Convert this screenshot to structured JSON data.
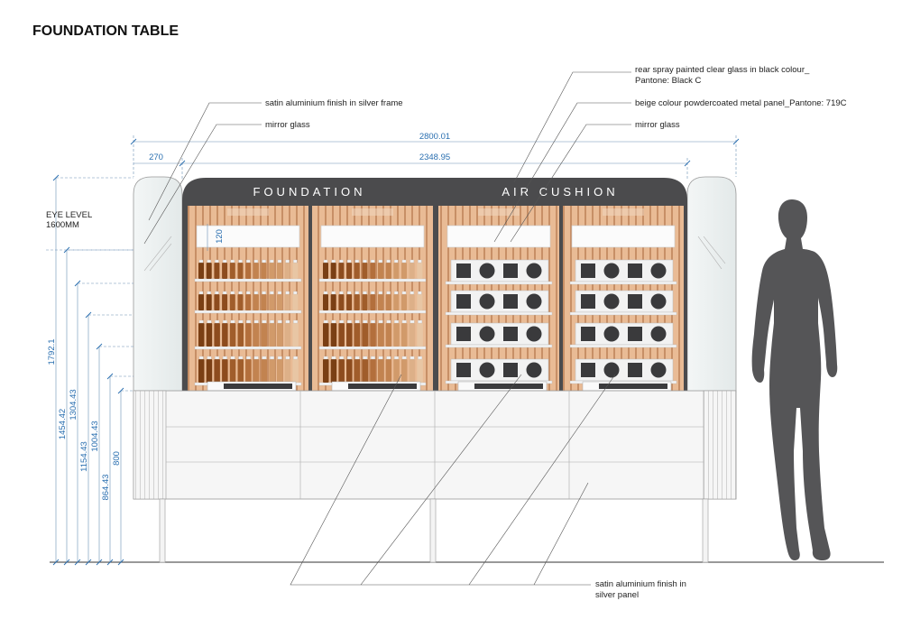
{
  "title": "FOUNDATION TABLE",
  "signs": {
    "left": "FOUNDATION",
    "right": "AIR CUSHION"
  },
  "eye_level": {
    "line1": "EYE LEVEL",
    "line2": "1600MM"
  },
  "dimensions": {
    "overall_width": "2800.01",
    "inner_width": "2348.95",
    "side_width": "270",
    "shelf_gap": "120",
    "heights": [
      "1792.1",
      "1454.42",
      "1304.43",
      "1154.43",
      "1004.43",
      "864.43",
      "800"
    ]
  },
  "callouts": {
    "satin_frame": "satin aluminium finish in silver frame",
    "mirror_left": "mirror glass",
    "rear_glass_1": "rear spray painted clear glass in black colour_",
    "rear_glass_2": "Pantone: Black C",
    "beige_panel": "beige colour powdercoated metal panel_Pantone: 719C",
    "mirror_right": "mirror glass",
    "satin_panel_1": "satin aluminium finish in",
    "satin_panel_2": "silver panel"
  },
  "colors": {
    "header_panel": "#4b4b4d",
    "slat_wood": "#e6b48c",
    "figure": "#555557",
    "dimension": "#2a6fb0",
    "counter_panel": "#f4f4f4"
  },
  "icons": [
    "human-figure-icon"
  ]
}
